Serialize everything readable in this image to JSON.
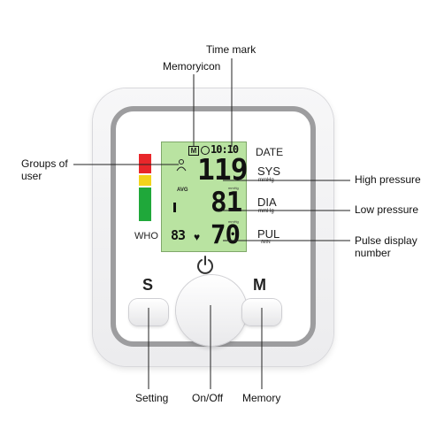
{
  "annotations": {
    "time_mark": "Time mark",
    "memory_icon": "Memoryicon",
    "groups_of_user_line1": "Groups of",
    "groups_of_user_line2": "user",
    "high_pressure": "High pressure",
    "low_pressure": "Low pressure",
    "pulse_display_line1": "Pulse display",
    "pulse_display_line2": "number",
    "setting": "Setting",
    "on_off": "On/Off",
    "memory": "Memory"
  },
  "device": {
    "date_label": "DATE",
    "sys_label": "SYS",
    "sys_unit": "mmHg",
    "dia_label": "DIA",
    "dia_unit": "mmHg",
    "pul_label": "PUL",
    "pul_unit": "/MIN",
    "who_label": "WHO",
    "s_button": "S",
    "m_button": "M"
  },
  "lcd": {
    "memory_flag": "M",
    "time": "10:10",
    "systolic": "119",
    "diastolic": "81",
    "pulse": "70",
    "memory_count": "83",
    "avg": "AVG",
    "sys_unit_small": "mmHg",
    "dia_unit_small": "mmHg"
  },
  "colors": {
    "led_red": "#e8262a",
    "led_yellow": "#f2d31b",
    "led_green": "#1fa83a",
    "lcd_bg": "#b9e3a1",
    "frame": "#9d9d9f"
  }
}
